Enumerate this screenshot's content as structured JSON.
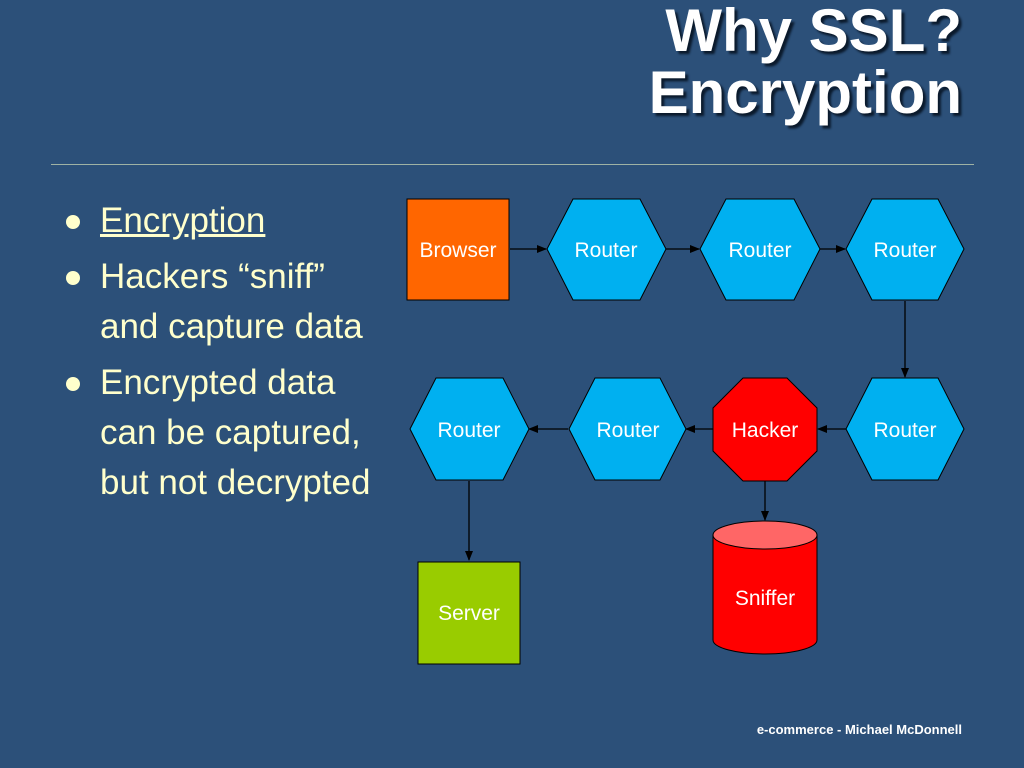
{
  "slide": {
    "title_line1": "Why SSL?",
    "title_line2": "Encryption",
    "footer": "e-commerce - Michael McDonnell"
  },
  "bullets": [
    {
      "text": "Encryption",
      "is_link": true
    },
    {
      "text": "Hackers “sniff” and capture data",
      "is_link": false
    },
    {
      "text": "Encrypted data can be captured, but not decrypted",
      "is_link": false
    }
  ],
  "diagram": {
    "nodes": {
      "browser": "Browser",
      "router_1": "Router",
      "router_2": "Router",
      "router_3": "Router",
      "router_4": "Router",
      "hacker": "Hacker",
      "router_5": "Router",
      "router_6": "Router",
      "server": "Server",
      "sniffer": "Sniffer"
    },
    "colors": {
      "background": "#2c5079",
      "browser": "#ff6600",
      "router": "#00b0f0",
      "hacker": "#ff0000",
      "server": "#99cc00",
      "sniffer": "#ff0000",
      "text_bullets": "#ffffcc"
    }
  }
}
